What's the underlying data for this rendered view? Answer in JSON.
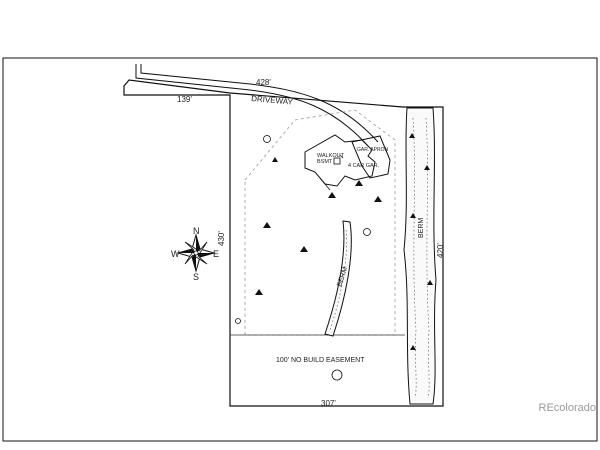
{
  "site_plan": {
    "dimensions": {
      "north_top": "428'",
      "north_left": "139'",
      "west": "430'",
      "east": "420'",
      "south": "307'"
    },
    "labels": {
      "driveway": "DRIVEWAY",
      "walkout": "WALKOUT",
      "bsmt": "BSMT",
      "garage": "4 CAR GAR.",
      "apron": "GAR. APRON",
      "berm_center": "BERM",
      "berm_east": "BERM",
      "easement": "100' NO BUILD EASEMENT"
    },
    "compass": {
      "n": "N",
      "s": "S",
      "e": "E",
      "w": "W"
    }
  },
  "watermark": "REcolorado",
  "colors": {
    "line": "#111111",
    "dashed": "#999999",
    "watermark": "#9a9a9a"
  }
}
